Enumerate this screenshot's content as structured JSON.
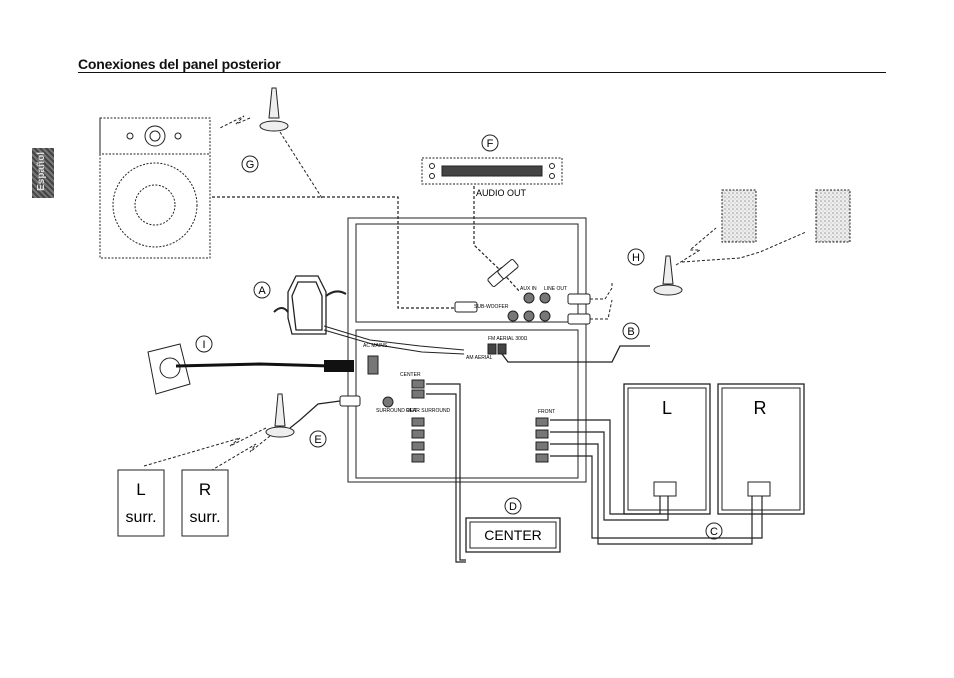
{
  "title": "Conexiones del panel posterior",
  "side_tab": "Español",
  "markers": {
    "a": "A",
    "b": "B",
    "c": "C",
    "d": "D",
    "e": "E",
    "f": "F",
    "g": "G",
    "h": "H",
    "i": "I"
  },
  "labels": {
    "audio_out": "AUDIO OUT",
    "aux_in": "AUX IN",
    "line_out": "LINE OUT",
    "subwoofer": "SUB-WOOFER",
    "fm_aerial": "FM AERIAL 300Ω",
    "am_aerial": "AM AERIAL",
    "ac_mains": "AC MAINS",
    "center_term": "CENTER",
    "surround_out": "SURROUND OUT",
    "rear_surround": "REAR SURROUND",
    "front": "FRONT"
  },
  "speakers": {
    "front_left": "L",
    "front_right": "R",
    "surr_left_letter": "L",
    "surr_left_word": "surr.",
    "surr_right_letter": "R",
    "surr_right_word": "surr.",
    "center": "CENTER"
  }
}
